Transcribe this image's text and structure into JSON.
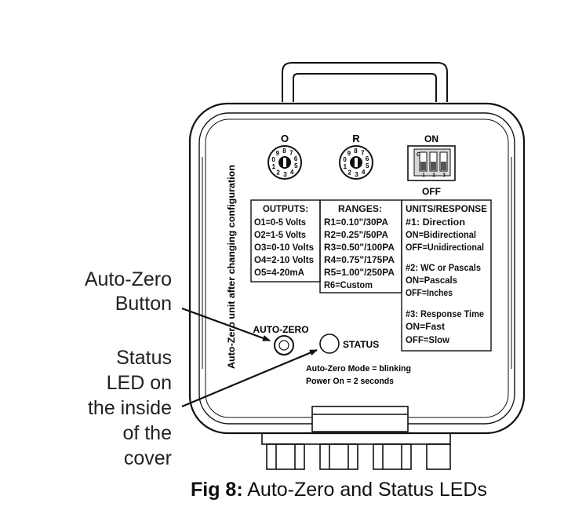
{
  "dials": {
    "output": {
      "label": "O",
      "digits": [
        "1",
        "2",
        "3",
        "4",
        "5",
        "6",
        "7",
        "8",
        "9",
        "0"
      ]
    },
    "range": {
      "label": "R",
      "digits": [
        "1",
        "2",
        "3",
        "4",
        "5",
        "6",
        "7",
        "8",
        "9",
        "0"
      ]
    }
  },
  "dip_switch": {
    "on_label": "ON",
    "off_label": "OFF",
    "inner_on": "ON",
    "numbers": [
      "1",
      "2",
      "3"
    ]
  },
  "side_text": "Auto-Zero unit after changing configuration",
  "outputs_box": {
    "title": "OUTPUTS:",
    "lines": [
      "O1=0-5 Volts",
      "O2=1-5 Volts",
      "O3=0-10 Volts",
      "O4=2-10 Volts",
      "O5=4-20mA"
    ]
  },
  "ranges_box": {
    "title": "RANGES:",
    "lines": [
      "R1=0.10\"/30PA",
      "R2=0.25\"/50PA",
      "R3=0.50\"/100PA",
      "R4=0.75\"/175PA",
      "R5=1.00\"/250PA",
      "R6=Custom"
    ]
  },
  "units_box": {
    "title": "UNITS/RESPONSE",
    "lines": [
      "#1: Direction",
      "ON=Bidirectional",
      "OFF=Unidirectional",
      "#2: WC or Pascals",
      "ON=Pascals",
      "OFF=Inches",
      "#3: Response Time",
      "ON=Fast",
      "OFF=Slow"
    ]
  },
  "auto_zero_label": "AUTO-ZERO",
  "status_label": "STATUS",
  "mode_notes": [
    "Auto-Zero Mode = blinking",
    "Power On = 2 seconds"
  ],
  "callouts": {
    "auto_zero": [
      "Auto-Zero",
      "Button"
    ],
    "status_led": [
      "Status",
      "LED on",
      "the inside",
      "of the",
      "cover"
    ]
  },
  "caption": {
    "bold": "Fig 8:",
    "rest": " Auto-Zero and Status LEDs"
  }
}
